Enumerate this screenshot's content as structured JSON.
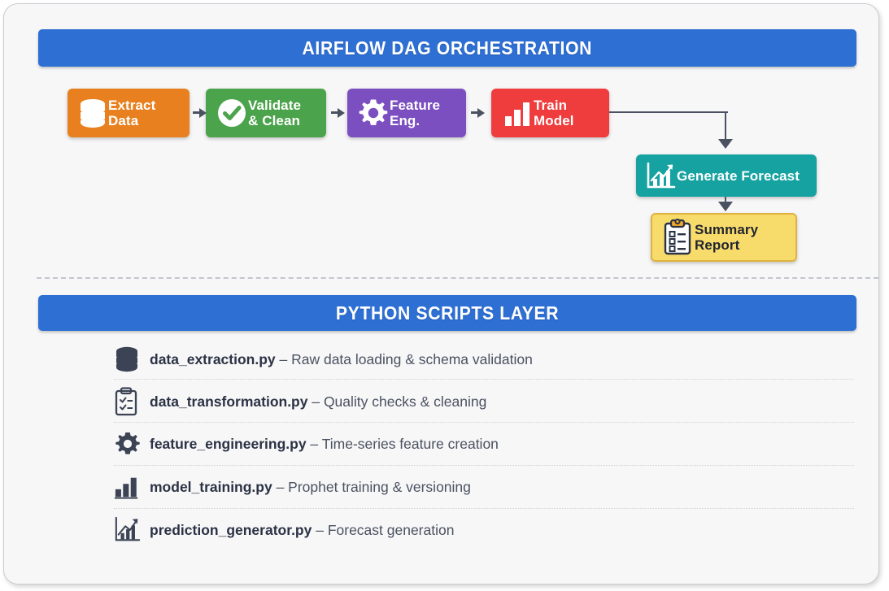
{
  "sections": {
    "dag": {
      "title": "AIRFLOW DAG ORCHESTRATION"
    },
    "python": {
      "title": "PYTHON SCRIPTS LAYER"
    }
  },
  "colors": {
    "band": "#2e6fd4",
    "extract": "#e8801f",
    "validate": "#4ba34b",
    "feature": "#7b4fc0",
    "train": "#ef3c3c",
    "forecast": "#17a2a2",
    "summary_fill": "#f8dc6b",
    "summary_border": "#e0b340",
    "connector": "#4a5160",
    "card_bg": "#f7f7f8"
  },
  "pipeline": {
    "nodes": [
      {
        "id": "extract",
        "label": "Extract\nData",
        "icon": "database-icon"
      },
      {
        "id": "validate",
        "label": "Validate\n& Clean",
        "icon": "check-circle-icon"
      },
      {
        "id": "feature",
        "label": "Feature\nEng.",
        "icon": "gear-icon"
      },
      {
        "id": "train",
        "label": "Train\nModel",
        "icon": "bar-chart-icon"
      },
      {
        "id": "forecast",
        "label": "Generate Forecast",
        "icon": "chart-line-up-icon"
      },
      {
        "id": "summary",
        "label": "Summary\nReport",
        "icon": "clipboard-list-icon"
      }
    ]
  },
  "scripts": [
    {
      "name": "data_extraction.py",
      "desc": " – Raw data loading & schema validation",
      "icon": "database-icon"
    },
    {
      "name": "data_transformation.py",
      "desc": " – Quality checks & cleaning",
      "icon": "clipboard-check-icon"
    },
    {
      "name": "feature_engineering.py",
      "desc": " – Time-series feature creation",
      "icon": "gear-icon"
    },
    {
      "name": "model_training.py",
      "desc": " – Prophet training & versioning",
      "icon": "bar-chart-icon"
    },
    {
      "name": "prediction_generator.py",
      "desc": " – Forecast generation",
      "icon": "chart-line-up-icon"
    }
  ]
}
